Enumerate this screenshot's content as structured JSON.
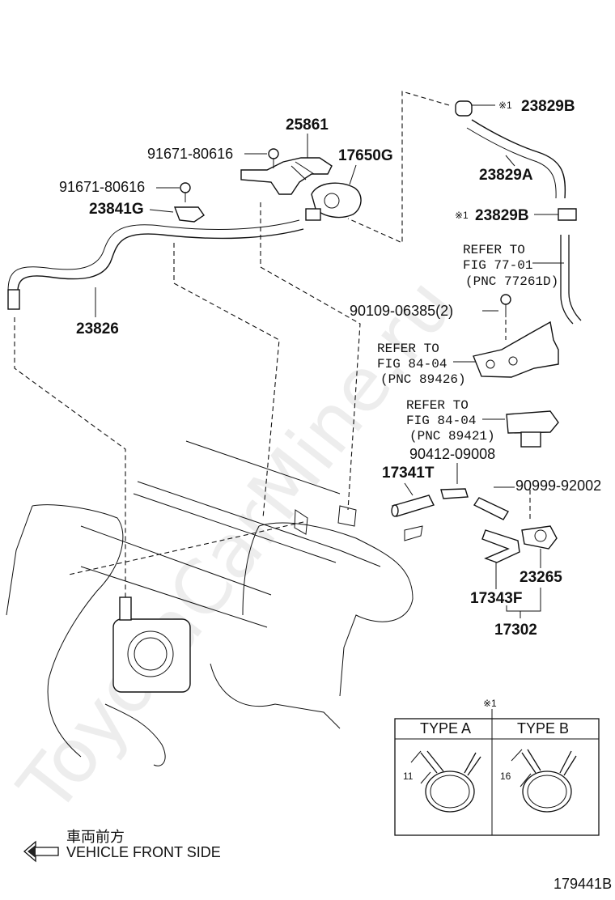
{
  "labels": {
    "p23829B_top": "23829B",
    "p23829B_top_mark": "※1",
    "p23829A": "23829A",
    "p23829B_bot": "23829B",
    "p23829B_bot_mark": "※1",
    "p25861": "25861",
    "p17650G": "17650G",
    "p91671_a": "91671-80616",
    "p91671_b": "91671-80616",
    "p23841G": "23841G",
    "p23826": "23826",
    "ref77_line1": "REFER TO",
    "ref77_line2": "FIG 77-01",
    "ref77_pnc": "(PNC 77261D)",
    "p90109": "90109-06385(2)",
    "ref8404a_line1": "REFER TO",
    "ref8404a_line2": "FIG 84-04",
    "ref8404a_pnc": "(PNC 89426)",
    "ref8404b_line1": "REFER TO",
    "ref8404b_line2": "FIG 84-04",
    "ref8404b_pnc": "(PNC 89421)",
    "p90412": "90412-09008",
    "p17341T": "17341T",
    "p90999": "90999-92002",
    "p23265": "23265",
    "p17343F": "17343F",
    "p17302": "17302",
    "front_jp": "車両前方",
    "front_en": "VEHICLE FRONT SIDE",
    "figure_no": "179441B",
    "watermark": "ToyotaCarMine.ru"
  },
  "clip_table": {
    "mark": "※1",
    "type_a": "TYPE A",
    "type_b": "TYPE B",
    "dim_a": "11",
    "dim_b": "16"
  }
}
